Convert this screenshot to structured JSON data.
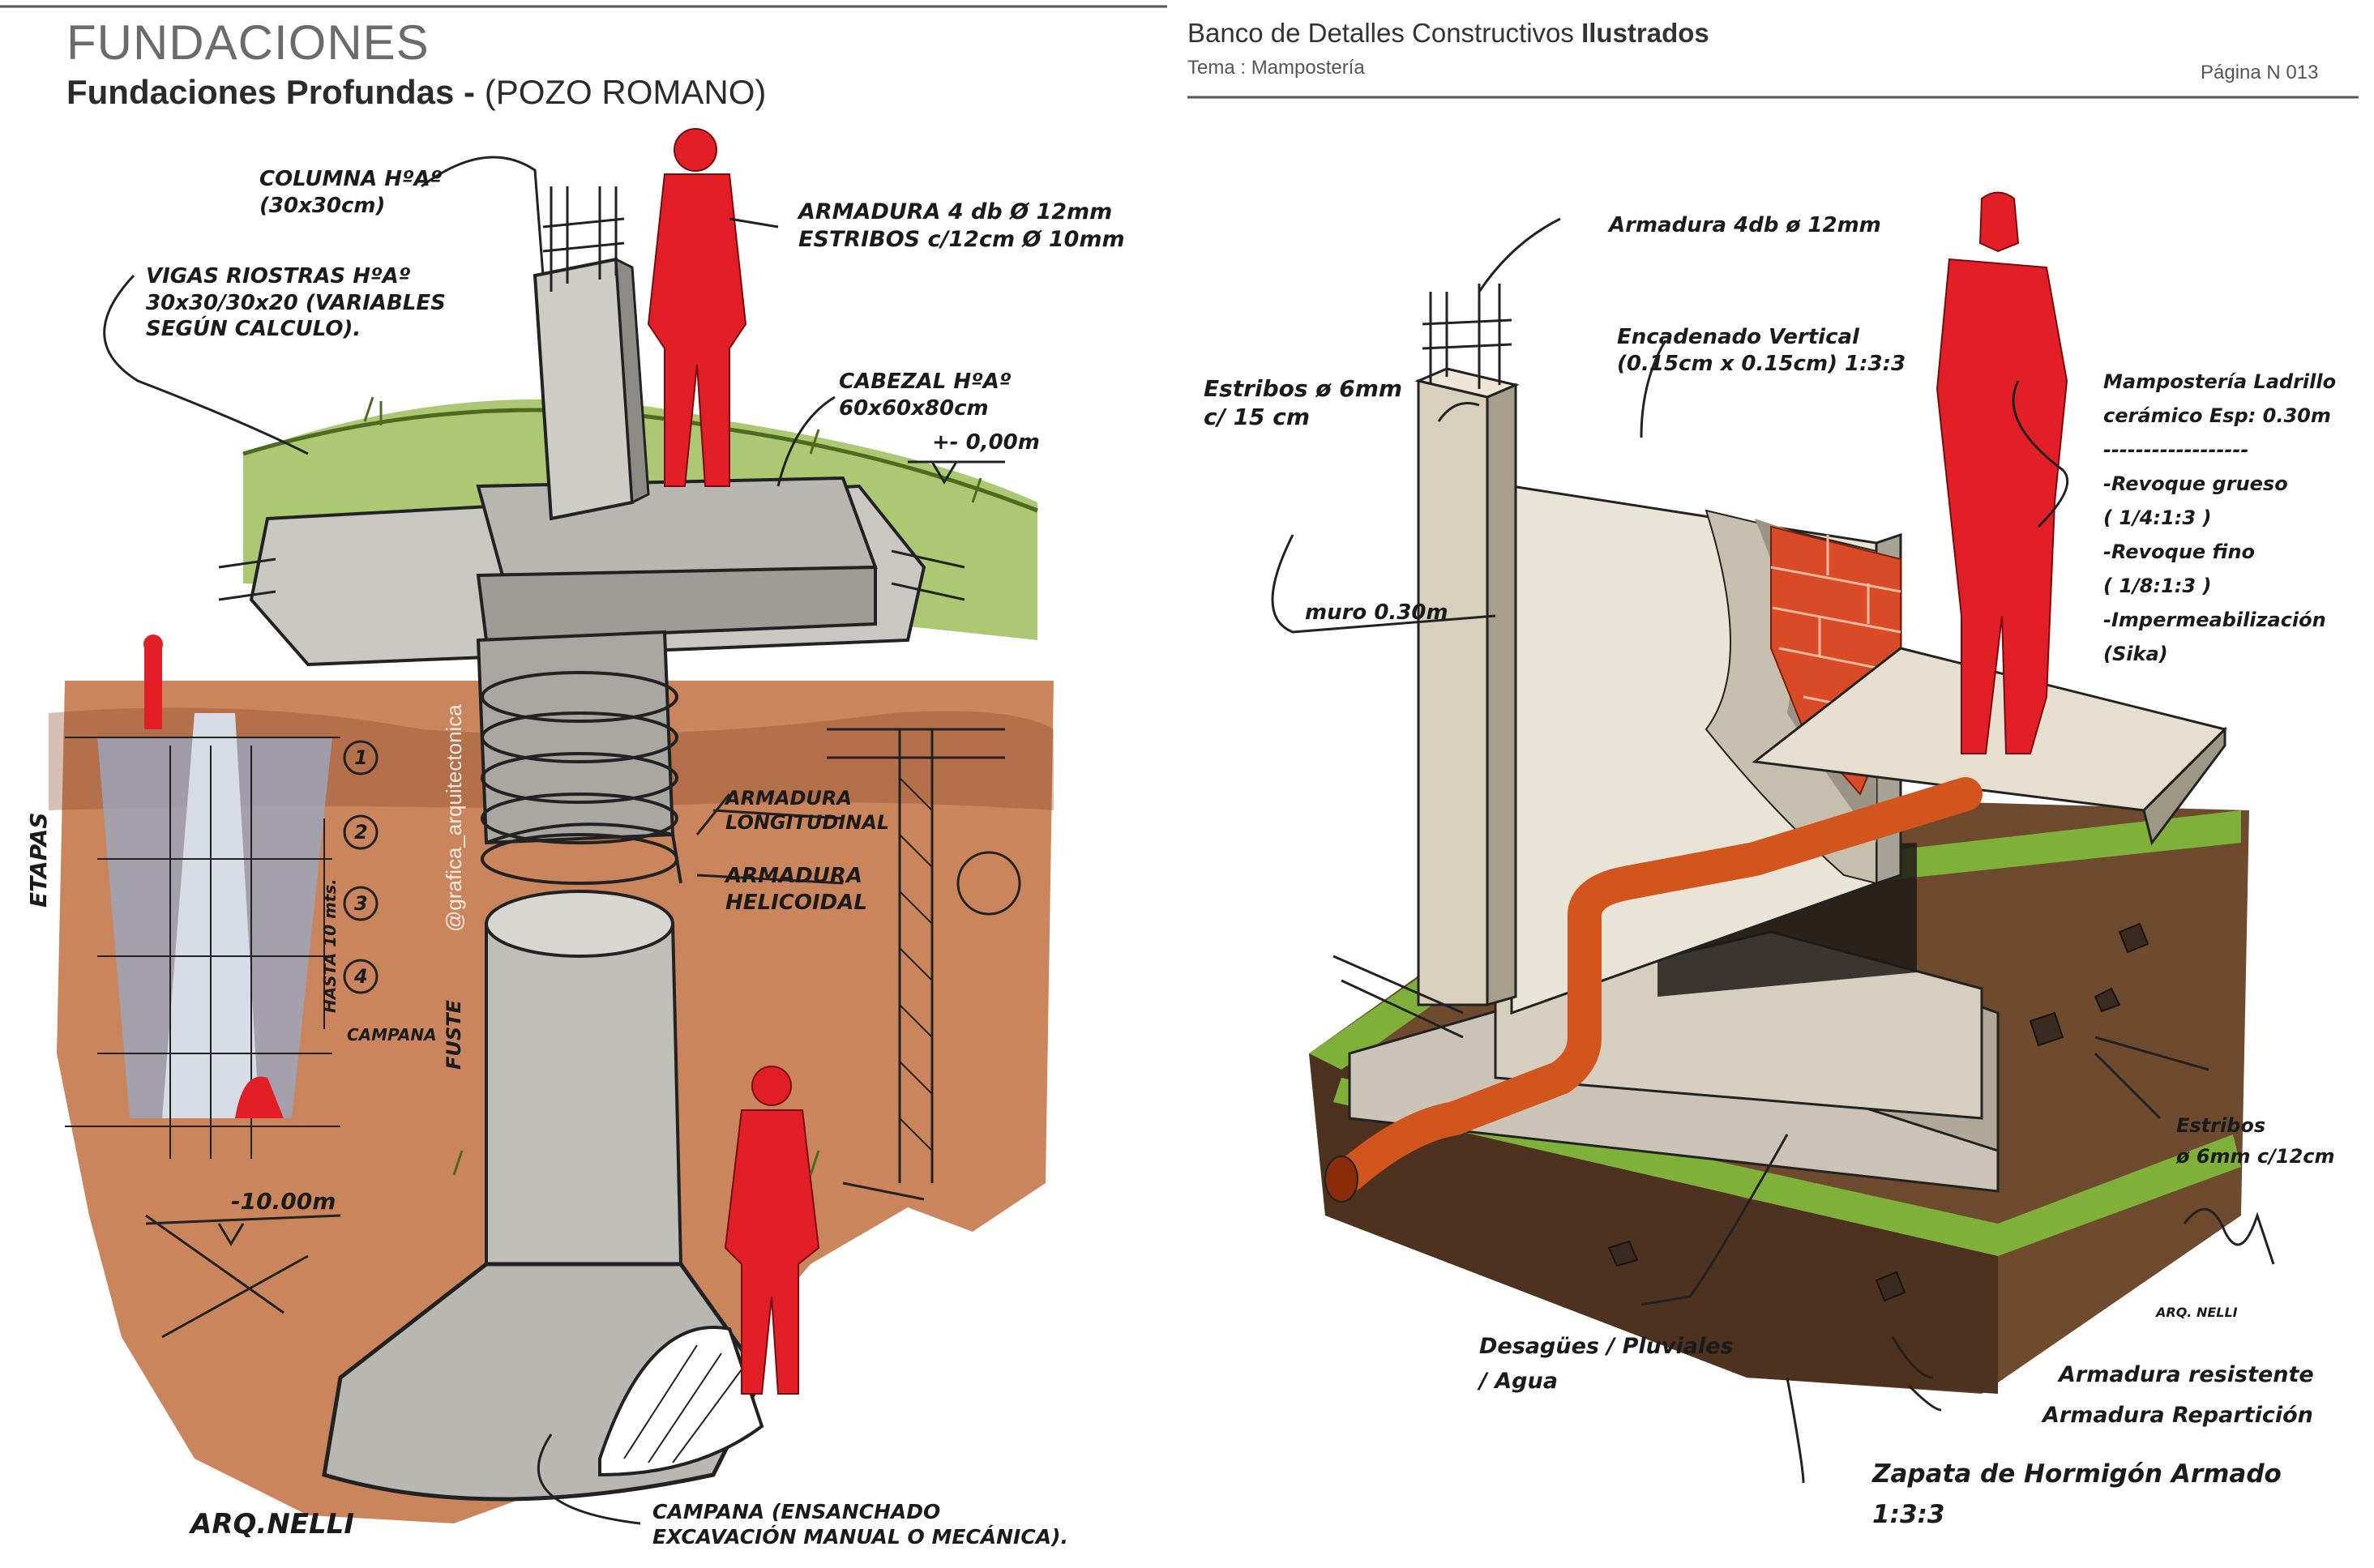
{
  "left_page": {
    "section_title": "FUNDACIONES",
    "subtitle_bold": "Fundaciones Profundas -",
    "subtitle_paren": "(POZO ROMANO)",
    "annotations": {
      "columna": [
        "COLUMNA HºAº",
        "(30x30cm)"
      ],
      "vigas": [
        "VIGAS RIOSTRAS HºAº",
        "30x30/30x20 (VARIABLES",
        "SEGÚN CALCULO)."
      ],
      "armadura": [
        "ARMADURA 4 db Ø 12mm",
        "ESTRIBOS c/12cm Ø 10mm"
      ],
      "cabezal": [
        "CABEZAL HºAº",
        "60x60x80cm"
      ],
      "level": "+- 0,00m",
      "armadura_long": [
        "ARMADURA",
        "LONGITUDINAL"
      ],
      "armadura_heli": [
        "ARMADURA",
        "HELICOIDAL"
      ],
      "etapas": "ETAPAS",
      "stages": [
        "1",
        "2",
        "3",
        "4"
      ],
      "hasta": "HASTA 10 mts.",
      "campana_small": "CAMPANA",
      "fuste": "FUSTE",
      "depth": "-10.00m",
      "campana": [
        "CAMPANA (ENSANCHADO",
        "EXCAVACIÓN MANUAL O MECÁNICA)."
      ],
      "watermark": "@grafica_arquitectonica",
      "author": "ARQ.NELLI"
    }
  },
  "right_page": {
    "bank_title": "Banco de Detalles Constructivos",
    "bank_title_bold": "Ilustrados",
    "theme": "Tema : Mampostería",
    "page_number": "Página N 013",
    "annotations": {
      "armadura": "Armadura 4db ø 12mm",
      "encadenado": [
        "Encadenado Vertical",
        "(0.15cm x 0.15cm) 1:3:3"
      ],
      "estribos_top": [
        "Estribos ø 6mm",
        "c/ 15 cm"
      ],
      "muro": "muro 0.30m",
      "mamposteria": [
        "Mampostería Ladrillo",
        "cerámico Esp: 0.30m",
        "------------------",
        "-Revoque grueso",
        "( 1/4:1:3 )",
        "-Revoque fino",
        "( 1/8:1:3 )",
        "-Impermeabilización",
        "(Sika)"
      ],
      "estribos_bottom": [
        "Estribos",
        "ø 6mm c/12cm"
      ],
      "desagues": [
        "Desagües / Pluviales",
        "/ Agua"
      ],
      "armadura_resistente": "Armadura resistente",
      "armadura_reparticion": "Armadura Repartición",
      "zapata": [
        "Zapata de Hormigón Armado",
        "1:3:3"
      ],
      "signature": "ARQ. NELLI"
    }
  },
  "colors": {
    "figure_red": "#e21f26",
    "soil": "#b5643a",
    "grass": "#7ea83a",
    "concrete": "#c9c7c2",
    "pipe": "#d2551e",
    "brick": "#d94a26"
  }
}
